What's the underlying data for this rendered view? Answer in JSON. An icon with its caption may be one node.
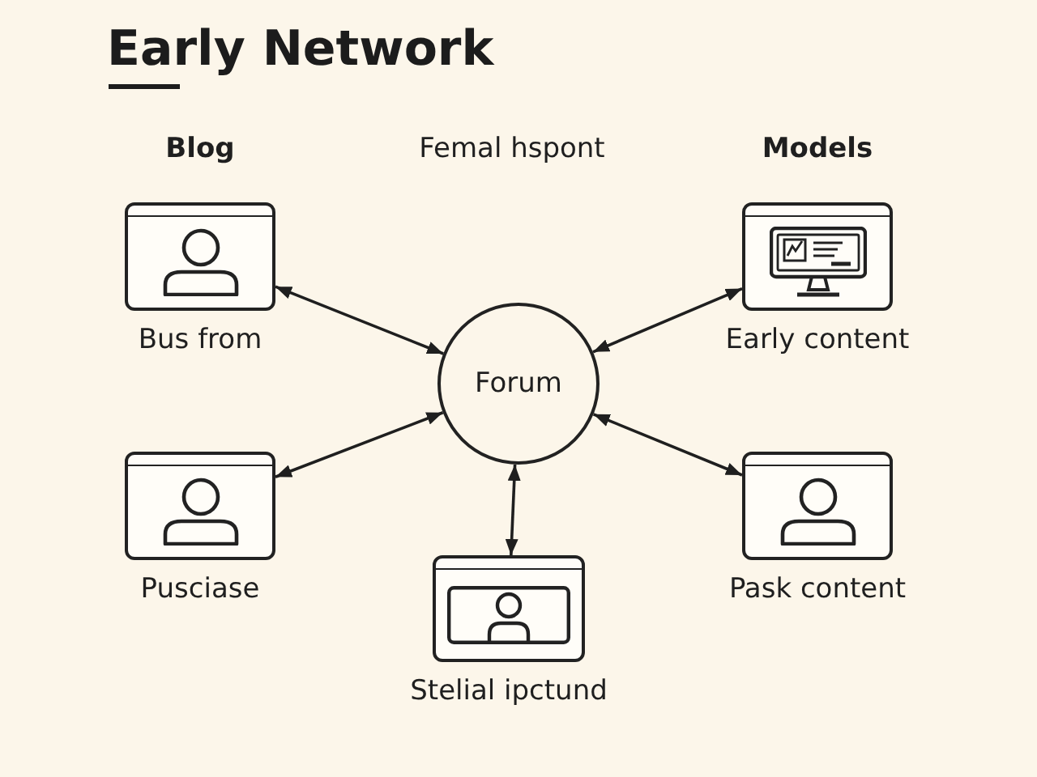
{
  "diagram": {
    "title": "Early Network",
    "nodes": [
      {
        "text": [],
        "shape": "box",
        "beside": [
          "Blog",
          "Bus from"
        ]
      },
      {
        "text": [],
        "shape": "box",
        "beside": [
          "Models",
          "Early content"
        ]
      },
      {
        "text": [
          "Forum"
        ]
      },
      {
        "text": [],
        "shape": "box",
        "beside": [
          "Pusciase"
        ]
      },
      {
        "text": [],
        "shape": "box",
        "beside": [
          "Pask content"
        ]
      },
      {
        "text": [],
        "shape": "box",
        "beside": [
          "Stelial ipctund"
        ]
      }
    ],
    "edges": [
      {
        "from": 0,
        "to": 2,
        "arrow": "both"
      },
      {
        "from": 1,
        "to": 2,
        "arrow": "both"
      },
      {
        "from": 2,
        "to": 3,
        "arrow": "both"
      },
      {
        "from": 2,
        "to": 4,
        "arrow": "both"
      },
      {
        "from": 2,
        "to": 5,
        "arrow": "both"
      }
    ],
    "labels": [
      "Femal hspont"
    ]
  }
}
